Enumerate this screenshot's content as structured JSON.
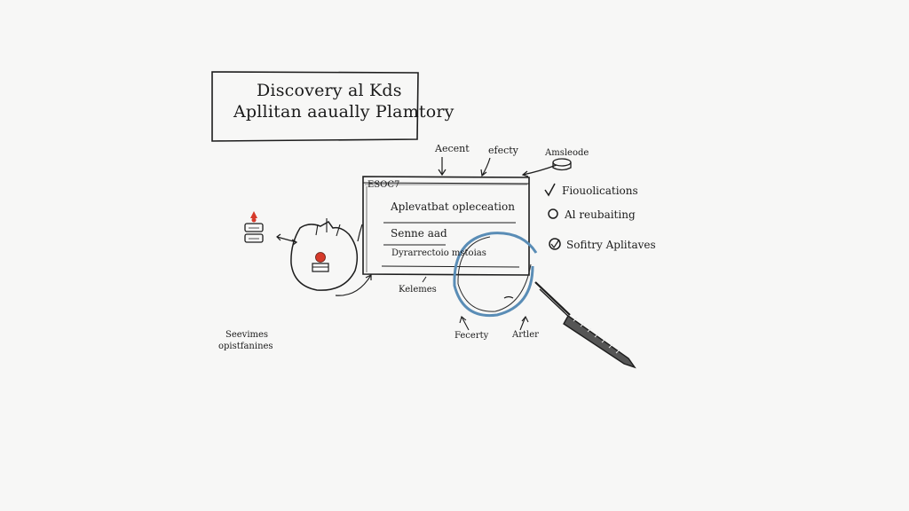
{
  "title": {
    "line1": "Discovery al Kds",
    "line2": "Apllitan aaually Plamtory"
  },
  "labels": {
    "top_a": "Aecent",
    "top_b": "efecty",
    "top_c": "Amsleode",
    "panel_header": "ESOC7",
    "panel_line1": "Aplevatbat opleceation",
    "panel_line2": "Senne aad",
    "panel_line3": "Dyrarrectoio mstoias",
    "below_panel": "Kelemes",
    "bottom_left": "Fecerty",
    "bottom_right": "Artler",
    "side_line1": "Seevimes",
    "side_line2": "opistfanines"
  },
  "checklist": [
    {
      "marker": "check",
      "label": "Fiouolications"
    },
    {
      "marker": "circle",
      "label": "Al reubaiting"
    },
    {
      "marker": "check-circle",
      "label": "Sofitry Aplitaves"
    }
  ],
  "colors": {
    "ink": "#1c1c1c",
    "accent_red": "#d63a2a",
    "lens_blue": "#5a8db6"
  }
}
